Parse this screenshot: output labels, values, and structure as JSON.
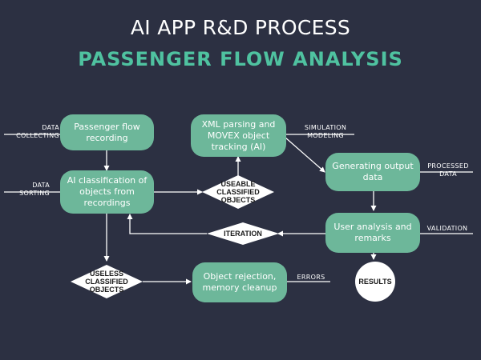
{
  "header": {
    "title": "AI APP R&D PROCESS",
    "subtitle": "PASSENGER FLOW ANALYSIS"
  },
  "nodes": {
    "passenger_flow_recording": "Passenger flow recording",
    "ai_classification": "AI classification of objects from recordings",
    "xml_parsing": "XML parsing and MOVEX object tracking (AI)",
    "generating_output": "Generating output data",
    "user_analysis": "User analysis and remarks",
    "object_rejection": "Object rejection, memory cleanup"
  },
  "decisions": {
    "useable_classified": "USEABLE CLASSIFIED OBJECTS",
    "iteration": "ITERATION",
    "useless_classified": "USELESS CLASSIFIED OBJECTS"
  },
  "terminal": {
    "results": "RESULTS"
  },
  "side_labels": {
    "data_collecting": "DATA COLLECTING",
    "data_sorting": "DATA SORTING",
    "simulation_modeling": "SIMULATION MODELING",
    "processed_data": "PROCESSED DATA",
    "validation": "VALIDATION",
    "errors": "ERRORS"
  },
  "colors": {
    "background": "#2c3042",
    "node_fill": "#6db79a",
    "subtitle": "#4fc2a0",
    "line": "#ffffff"
  }
}
